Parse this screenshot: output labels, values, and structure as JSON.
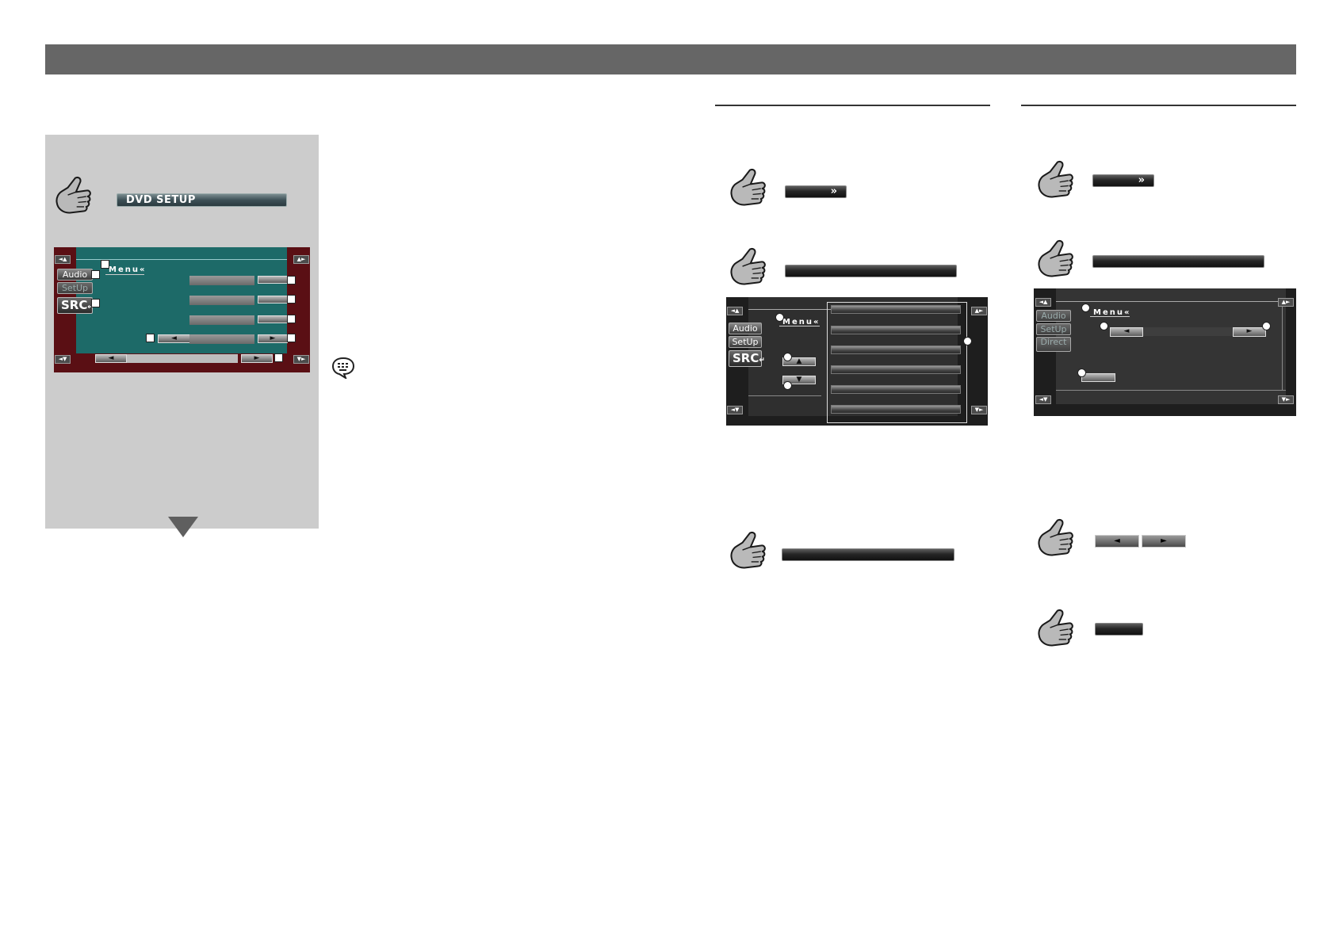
{
  "icons": {
    "finger": "pointing-finger-icon",
    "note": "speech-bubble-note-icon",
    "down": "down-triangle-icon"
  },
  "left_panel": {
    "setup_button_label": "DVD SETUP",
    "screen": {
      "menu_label": "Menu«",
      "tab_audio": "Audio",
      "tab_setup": "SetUp",
      "src_label": "SRC",
      "left_arrow": "◄",
      "right_arrow": "►"
    }
  },
  "middle_column": {
    "step1_button_label": "»",
    "screen": {
      "menu_label": "Menu«",
      "tab_audio": "Audio",
      "tab_setup": "SetUp",
      "src_label": "SRC",
      "up_arrow": "▲",
      "down_arrow": "▼"
    }
  },
  "right_column": {
    "step1_button_label": "»",
    "screen": {
      "menu_label": "Menu«",
      "tab_audio": "Audio",
      "tab_setup": "SetUp",
      "tab_direct": "Direct",
      "left_arrow": "◄",
      "right_arrow": "►"
    },
    "arrow_left": "◄",
    "arrow_right": "►"
  }
}
